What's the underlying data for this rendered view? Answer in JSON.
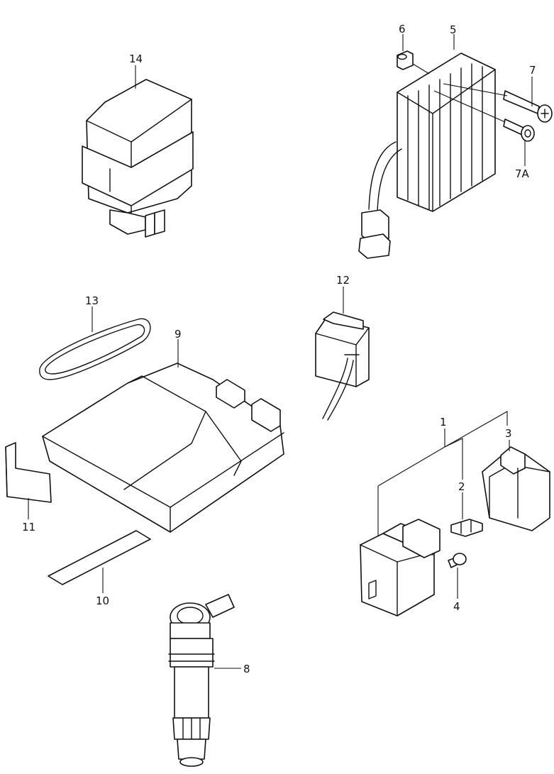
{
  "callouts": {
    "c1": "1",
    "c2": "2",
    "c3": "3",
    "c4": "4",
    "c5": "5",
    "c6": "6",
    "c7": "7",
    "c7a": "7A",
    "c8": "8",
    "c9": "9",
    "c10": "10",
    "c11": "11",
    "c12": "12",
    "c13": "13",
    "c14": "14"
  }
}
